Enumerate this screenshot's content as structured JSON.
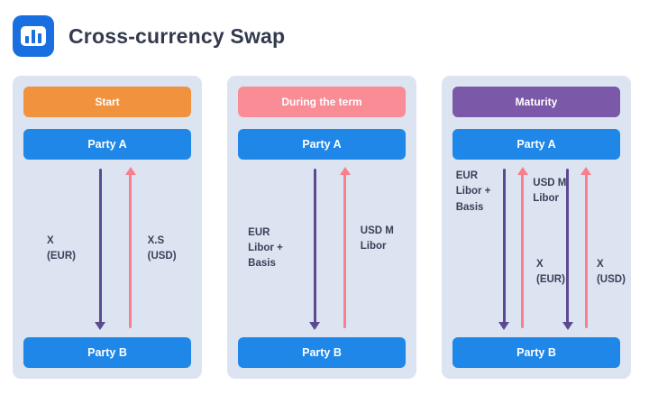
{
  "header": {
    "title": "Cross-currency Swap",
    "icon": "bar-chart-icon"
  },
  "colors": {
    "stage_start": "#F0923E",
    "stage_during": "#FA8C96",
    "stage_maturity": "#7C58A8",
    "party_bar": "#1E87E8",
    "panel_background": "#DCE4F2",
    "arrow_down": "#5C4A90",
    "arrow_up": "#F87F8C",
    "title_text": "#343A4E"
  },
  "panels": [
    {
      "stage": "Start",
      "party_top": "Party A",
      "party_bottom": "Party B",
      "labels": {
        "left": "X\n(EUR)",
        "right": "X.S\n(USD)"
      },
      "flows": [
        {
          "direction": "down",
          "label": "X (EUR)"
        },
        {
          "direction": "up",
          "label": "X.S (USD)"
        }
      ]
    },
    {
      "stage": "During the term",
      "party_top": "Party A",
      "party_bottom": "Party B",
      "labels": {
        "left": "EUR\nLibor +\nBasis",
        "right": "USD M\nLibor"
      },
      "flows": [
        {
          "direction": "down",
          "label": "EUR Libor + Basis"
        },
        {
          "direction": "up",
          "label": "USD M Libor"
        }
      ]
    },
    {
      "stage": "Maturity",
      "party_top": "Party A",
      "party_bottom": "Party B",
      "labels": {
        "top_left": "EUR\nLibor +\nBasis",
        "top_right": "USD M\nLibor",
        "bottom_left": "X\n(EUR)",
        "bottom_right": "X\n(USD)"
      },
      "flows": [
        {
          "direction": "down",
          "label": "EUR Libor + Basis"
        },
        {
          "direction": "up",
          "label": "USD M Libor"
        },
        {
          "direction": "down",
          "label": "X (EUR)"
        },
        {
          "direction": "up",
          "label": "X (USD)"
        }
      ]
    }
  ]
}
